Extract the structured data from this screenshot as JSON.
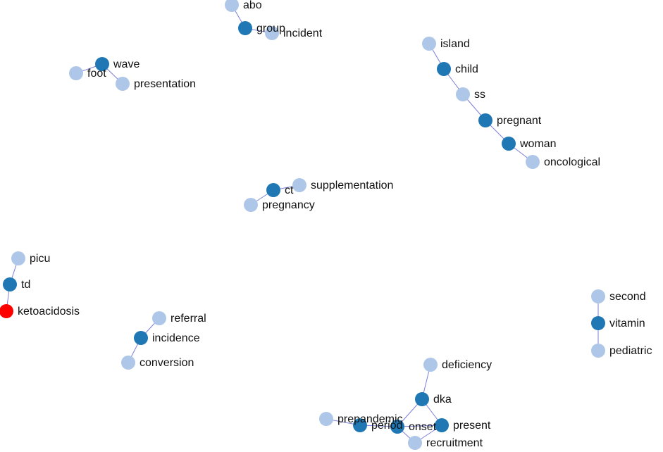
{
  "colors": {
    "hub": "#1f77b4",
    "leaf": "#aec7e8",
    "highlight": "#ff0000",
    "edge": "#7b7fd6"
  },
  "nodes": [
    {
      "id": "abo",
      "label": "abo",
      "kind": "leaf"
    },
    {
      "id": "group",
      "label": "group",
      "kind": "hub"
    },
    {
      "id": "incident",
      "label": "incident",
      "kind": "leaf"
    },
    {
      "id": "wave",
      "label": "wave",
      "kind": "hub"
    },
    {
      "id": "foot",
      "label": "foot",
      "kind": "leaf"
    },
    {
      "id": "presentation",
      "label": "presentation",
      "kind": "leaf"
    },
    {
      "id": "island",
      "label": "island",
      "kind": "leaf"
    },
    {
      "id": "child",
      "label": "child",
      "kind": "hub"
    },
    {
      "id": "ss",
      "label": "ss",
      "kind": "leaf"
    },
    {
      "id": "pregnant",
      "label": "pregnant",
      "kind": "hub"
    },
    {
      "id": "woman",
      "label": "woman",
      "kind": "hub"
    },
    {
      "id": "oncological",
      "label": "oncological",
      "kind": "leaf"
    },
    {
      "id": "ct",
      "label": "ct",
      "kind": "hub"
    },
    {
      "id": "supplementation",
      "label": "supplementation",
      "kind": "leaf"
    },
    {
      "id": "pregnancy",
      "label": "pregnancy",
      "kind": "leaf"
    },
    {
      "id": "picu",
      "label": "picu",
      "kind": "leaf"
    },
    {
      "id": "td",
      "label": "td",
      "kind": "hub"
    },
    {
      "id": "ketoacidosis",
      "label": "ketoacidosis",
      "kind": "highlight"
    },
    {
      "id": "referral",
      "label": "referral",
      "kind": "leaf"
    },
    {
      "id": "incidence",
      "label": "incidence",
      "kind": "hub"
    },
    {
      "id": "conversion",
      "label": "conversion",
      "kind": "leaf"
    },
    {
      "id": "second",
      "label": "second",
      "kind": "leaf"
    },
    {
      "id": "vitamin",
      "label": "vitamin",
      "kind": "hub"
    },
    {
      "id": "pediatric",
      "label": "pediatric",
      "kind": "leaf"
    },
    {
      "id": "deficiency",
      "label": "deficiency",
      "kind": "leaf"
    },
    {
      "id": "dka",
      "label": "dka",
      "kind": "hub"
    },
    {
      "id": "prepandemic",
      "label": "prepandemic",
      "kind": "leaf"
    },
    {
      "id": "period",
      "label": "period",
      "kind": "hub"
    },
    {
      "id": "onset",
      "label": "onset",
      "kind": "hub"
    },
    {
      "id": "present",
      "label": "present",
      "kind": "hub"
    },
    {
      "id": "recruitment",
      "label": "recruitment",
      "kind": "leaf"
    }
  ],
  "edges": [
    [
      "abo",
      "group"
    ],
    [
      "group",
      "incident"
    ],
    [
      "foot",
      "wave"
    ],
    [
      "wave",
      "presentation"
    ],
    [
      "island",
      "child"
    ],
    [
      "child",
      "ss"
    ],
    [
      "ss",
      "pregnant"
    ],
    [
      "pregnant",
      "woman"
    ],
    [
      "woman",
      "oncological"
    ],
    [
      "pregnancy",
      "ct"
    ],
    [
      "ct",
      "supplementation"
    ],
    [
      "picu",
      "td"
    ],
    [
      "td",
      "ketoacidosis"
    ],
    [
      "referral",
      "incidence"
    ],
    [
      "incidence",
      "conversion"
    ],
    [
      "second",
      "vitamin"
    ],
    [
      "vitamin",
      "pediatric"
    ],
    [
      "deficiency",
      "dka"
    ],
    [
      "dka",
      "onset"
    ],
    [
      "dka",
      "present"
    ],
    [
      "prepandemic",
      "period"
    ],
    [
      "period",
      "onset"
    ],
    [
      "onset",
      "present"
    ],
    [
      "onset",
      "recruitment"
    ],
    [
      "present",
      "recruitment"
    ]
  ]
}
